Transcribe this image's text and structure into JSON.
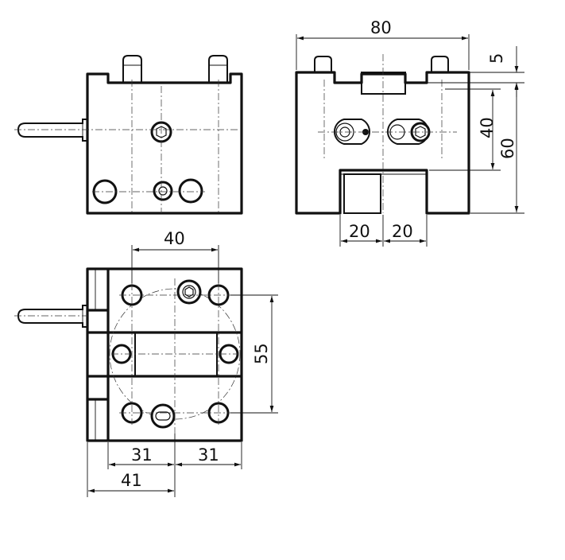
{
  "drawing": {
    "colors": {
      "line": "#111111",
      "background": "#ffffff"
    },
    "dimensions": {
      "top_right_width": "80",
      "top_right_offset": "5",
      "top_right_bore_height": "40",
      "top_right_height": "60",
      "top_right_slot_left": "20",
      "top_right_slot_right": "20",
      "plan_hole_spacing": "40",
      "plan_hole_height": "55",
      "plan_left_offset": "31",
      "plan_right_offset": "31",
      "plan_total_offset": "41"
    }
  }
}
